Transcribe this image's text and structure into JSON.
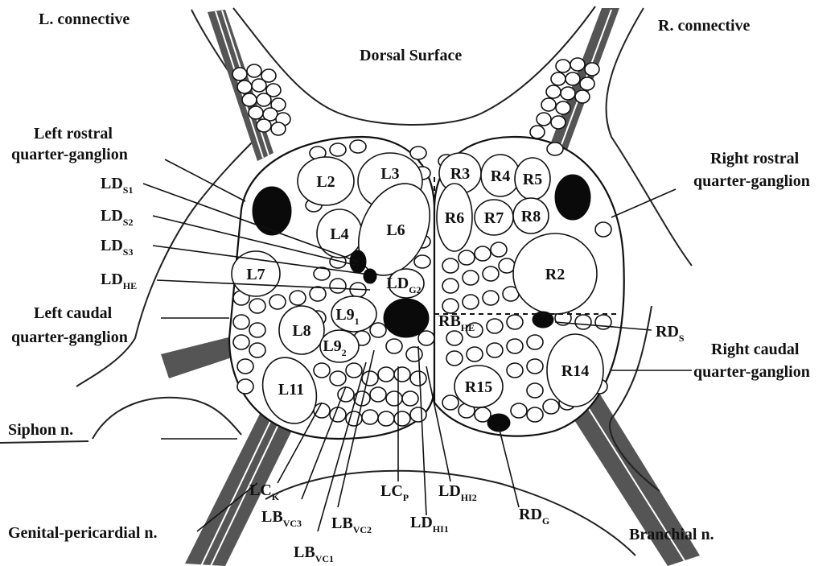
{
  "labels": {
    "l_connective": "L. connective",
    "r_connective": "R. connective",
    "dorsal_surface": "Dorsal Surface",
    "left_rostral_1": "Left rostral",
    "left_rostral_2": "quarter-ganglion",
    "right_rostral_1": "Right rostral",
    "right_rostral_2": "quarter-ganglion",
    "left_caudal_1": "Left caudal",
    "left_caudal_2": "quarter-ganglion",
    "right_caudal_1": "Right caudal",
    "right_caudal_2": "quarter-ganglion",
    "siphon_n": "Siphon n.",
    "genital_pericardial_n": "Genital-pericardial n.",
    "branchial_n": "Branchial n."
  },
  "pointer_labels": {
    "lds1": {
      "base": "LD",
      "sub": "S1"
    },
    "lds2": {
      "base": "LD",
      "sub": "S2"
    },
    "lds3": {
      "base": "LD",
      "sub": "S3"
    },
    "ldhe": {
      "base": "LD",
      "sub": "HE"
    },
    "rds": {
      "base": "RD",
      "sub": "S"
    },
    "lck": {
      "base": "LC",
      "sub": "K"
    },
    "lbvc3": {
      "base": "LB",
      "sub": "VC3"
    },
    "lbvc2": {
      "base": "LB",
      "sub": "VC2"
    },
    "lbvc1": {
      "base": "LB",
      "sub": "VC1"
    },
    "lcp": {
      "base": "LC",
      "sub": "P"
    },
    "ldhi2": {
      "base": "LD",
      "sub": "HI2"
    },
    "ldhi1": {
      "base": "LD",
      "sub": "HI1"
    },
    "rdg": {
      "base": "RD",
      "sub": "G"
    }
  },
  "cells": {
    "l2": "L2",
    "l3": "L3",
    "l4": "L4",
    "l6": "L6",
    "l7": "L7",
    "l8": "L8",
    "l11": "L11",
    "r2": "R2",
    "r3": "R3",
    "r4": "R4",
    "r5": "R5",
    "r6": "R6",
    "r7": "R7",
    "r8": "R8",
    "r14": "R14",
    "r15": "R15"
  },
  "cells_sub": {
    "l91": {
      "base": "L9",
      "sub": "1"
    },
    "l92": {
      "base": "L9",
      "sub": "2"
    },
    "ldg2": {
      "base": "LD",
      "sub": "G2"
    },
    "rbhe": {
      "base": "RB",
      "sub": "HE"
    }
  }
}
